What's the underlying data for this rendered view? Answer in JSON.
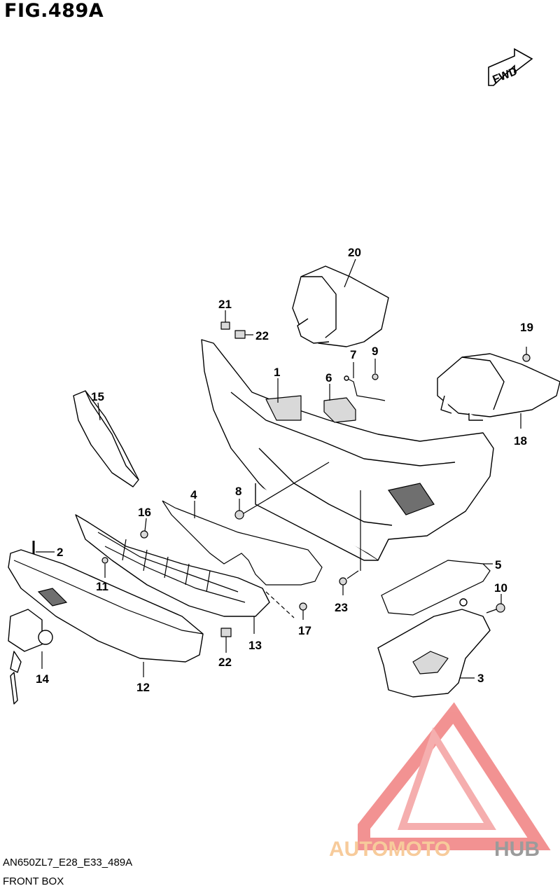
{
  "header": {
    "figure_title": "FIG.489A"
  },
  "footer": {
    "code": "AN650ZL7_E28_E33_489A",
    "name": "FRONT BOX"
  },
  "fwd_badge": {
    "label": "FWD"
  },
  "watermark": {
    "word_a": "AUTOMOTO",
    "word_b": "HUB",
    "color_a": "#f6c28a",
    "color_b": "#8a8a8a",
    "triangle_color": "#f08080"
  },
  "callouts": [
    {
      "id": "c1",
      "label": "1"
    },
    {
      "id": "c2",
      "label": "2"
    },
    {
      "id": "c3",
      "label": "3"
    },
    {
      "id": "c4",
      "label": "4"
    },
    {
      "id": "c5",
      "label": "5"
    },
    {
      "id": "c6",
      "label": "6"
    },
    {
      "id": "c7",
      "label": "7"
    },
    {
      "id": "c8",
      "label": "8"
    },
    {
      "id": "c9",
      "label": "9"
    },
    {
      "id": "c10",
      "label": "10"
    },
    {
      "id": "c11",
      "label": "11"
    },
    {
      "id": "c12",
      "label": "12"
    },
    {
      "id": "c13",
      "label": "13"
    },
    {
      "id": "c14",
      "label": "14"
    },
    {
      "id": "c15",
      "label": "15"
    },
    {
      "id": "c16",
      "label": "16"
    },
    {
      "id": "c17",
      "label": "17"
    },
    {
      "id": "c18",
      "label": "18"
    },
    {
      "id": "c19",
      "label": "19"
    },
    {
      "id": "c20",
      "label": "20"
    },
    {
      "id": "c21",
      "label": "21"
    },
    {
      "id": "c22a",
      "label": "22"
    },
    {
      "id": "c22b",
      "label": "22"
    },
    {
      "id": "c23",
      "label": "23"
    }
  ]
}
